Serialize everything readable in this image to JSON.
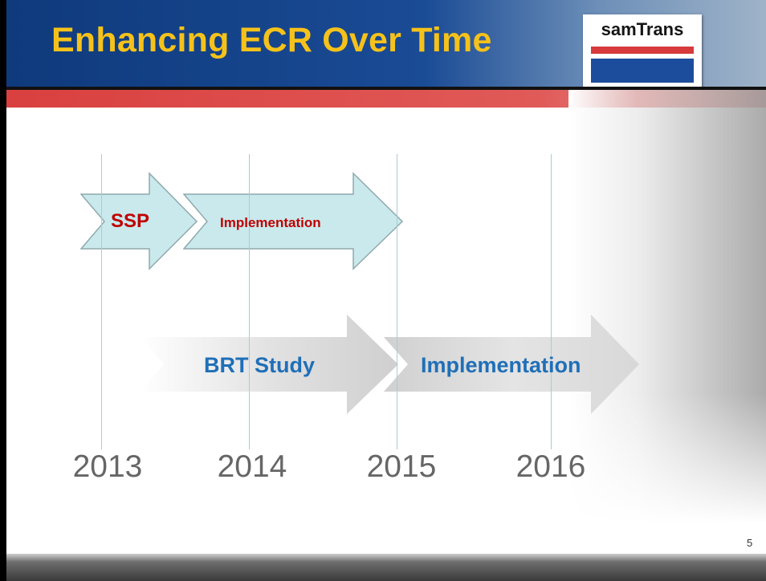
{
  "slide": {
    "title": "Enhancing ECR Over Time",
    "logo_text": "samTrans",
    "page_number": "5"
  },
  "timeline": {
    "years": [
      "2013",
      "2014",
      "2015",
      "2016"
    ],
    "arrows": [
      {
        "label": "SSP"
      },
      {
        "label": "Implementation"
      },
      {
        "label": "BRT Study"
      },
      {
        "label": "Implementation"
      }
    ]
  },
  "colors": {
    "title": "#f6c21a",
    "header_blue": "#1a4b95",
    "red_band": "#d9403f",
    "arrow_teal": "#c9e9ec",
    "arrow_gray": "#d6d6d6",
    "label_red": "#c00000",
    "label_blue": "#1f6fb8"
  }
}
